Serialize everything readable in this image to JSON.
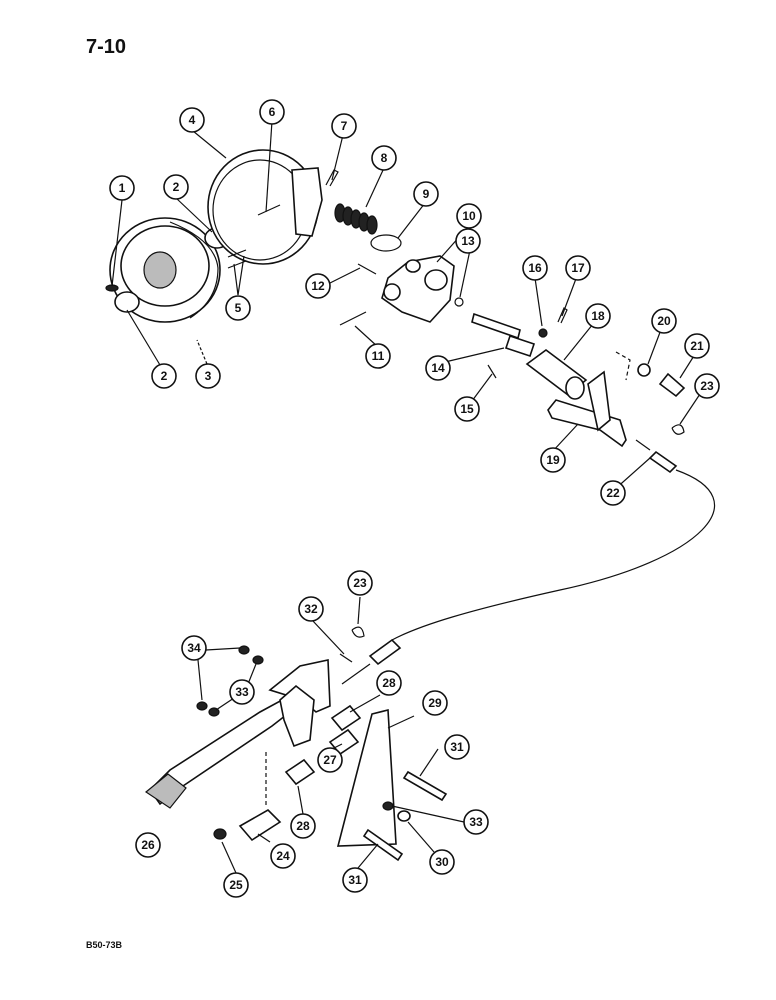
{
  "page": {
    "page_number": "7-10",
    "figure_code": "B50-73B"
  },
  "callouts": {
    "c1": "1",
    "c2a": "2",
    "c2b": "2",
    "c3": "3",
    "c4": "4",
    "c5": "5",
    "c6": "6",
    "c7": "7",
    "c8": "8",
    "c9": "9",
    "c10": "10",
    "c11": "11",
    "c12": "12",
    "c13": "13",
    "c14": "14",
    "c15": "15",
    "c16": "16",
    "c17": "17",
    "c18": "18",
    "c19": "19",
    "c20": "20",
    "c21": "21",
    "c22": "22",
    "c23a": "23",
    "c23b": "23",
    "c24": "24",
    "c25": "25",
    "c26": "26",
    "c27": "27",
    "c28a": "28",
    "c28b": "28",
    "c29": "29",
    "c30": "30",
    "c31a": "31",
    "c31b": "31",
    "c32": "32",
    "c33a": "33",
    "c33b": "33",
    "c34": "34"
  }
}
